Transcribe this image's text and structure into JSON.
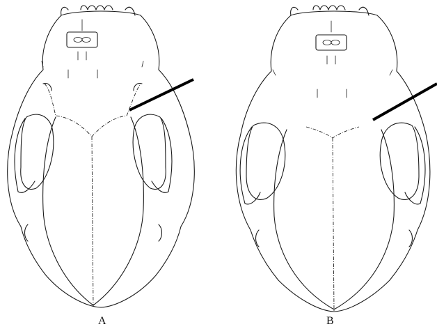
{
  "figure": {
    "panels": [
      {
        "id": "A",
        "label": "A"
      },
      {
        "id": "B",
        "label": "B"
      }
    ],
    "colors": {
      "line": "#1a1a1a",
      "background": "#ffffff"
    }
  }
}
